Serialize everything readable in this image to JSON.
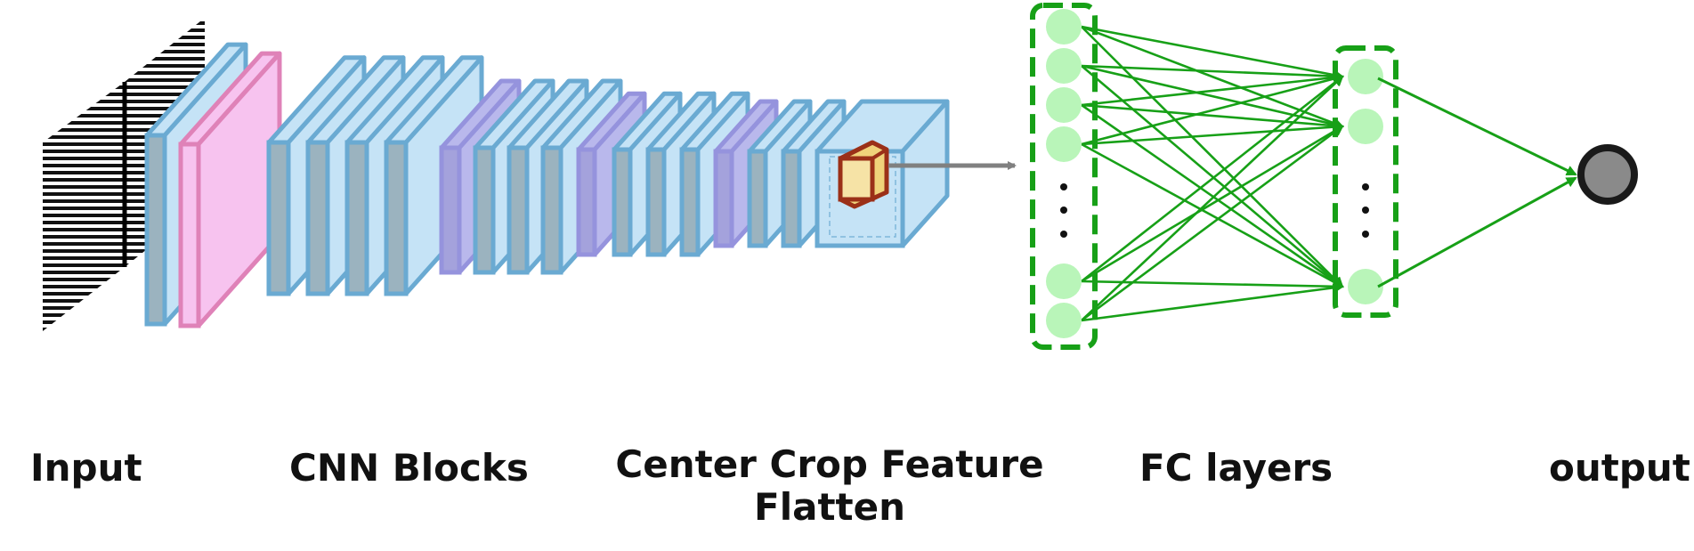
{
  "labels": {
    "input": "Input",
    "cnn_blocks": "CNN Blocks",
    "crop_line1": "Center Crop Feature",
    "crop_line2": "Flatten",
    "fc_layers": "FC layers",
    "output": "output"
  },
  "colors": {
    "block_fill": "#c5e3f6",
    "block_edge": "#6aaad2",
    "block_side": "#9bb3bf",
    "pink_fill": "#f7c3ef",
    "pink_edge": "#df82b8",
    "purple_fill": "#b9b8ec",
    "purple_edge": "#9593dd",
    "node_fill": "#b9f5b9",
    "fc_line": "#17a017",
    "arrow_gray": "#808080",
    "output_fill": "#8a8a8a",
    "output_edge": "#1a1a1a",
    "crop_edge": "#9b3018",
    "crop_fill": "#f0d27a"
  },
  "icons": {
    "input_image": "striped-input-image",
    "output_node": "output-circle"
  }
}
